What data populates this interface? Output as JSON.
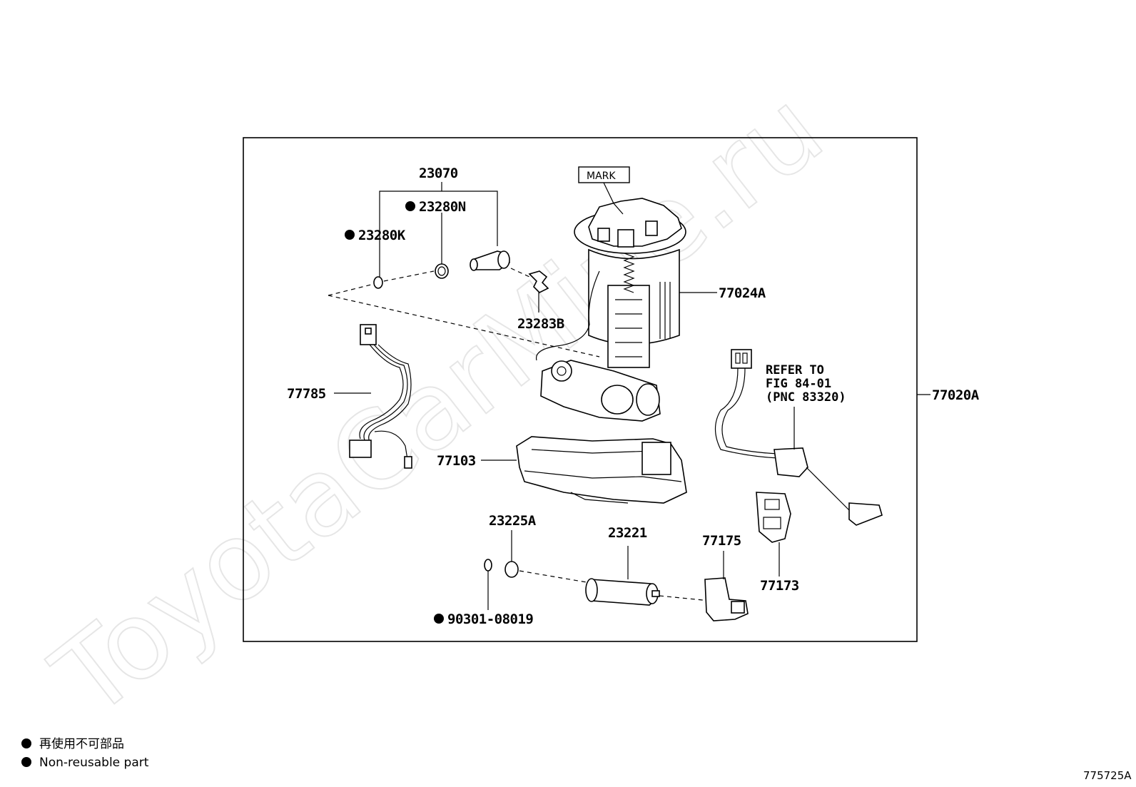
{
  "watermark": "ToyotaCarMine.ru",
  "diagram": {
    "mark_label": "MARK",
    "refer_note": [
      "REFER TO",
      "FIG 84-01",
      "(PNC 83320)"
    ],
    "parts": {
      "p23070": "23070",
      "p23280N": "23280N",
      "p23280K": "23280K",
      "p77024A": "77024A",
      "p23283B": "23283B",
      "p77785": "77785",
      "p77020A": "77020A",
      "p77103": "77103",
      "p23225A": "23225A",
      "p23221": "23221",
      "p77175": "77175",
      "p77173": "77173",
      "p90301": "90301-08019"
    }
  },
  "legend": {
    "line_jp": "再使用不可部品",
    "line_en": "Non-reusable part"
  },
  "figure_code": "775725A"
}
